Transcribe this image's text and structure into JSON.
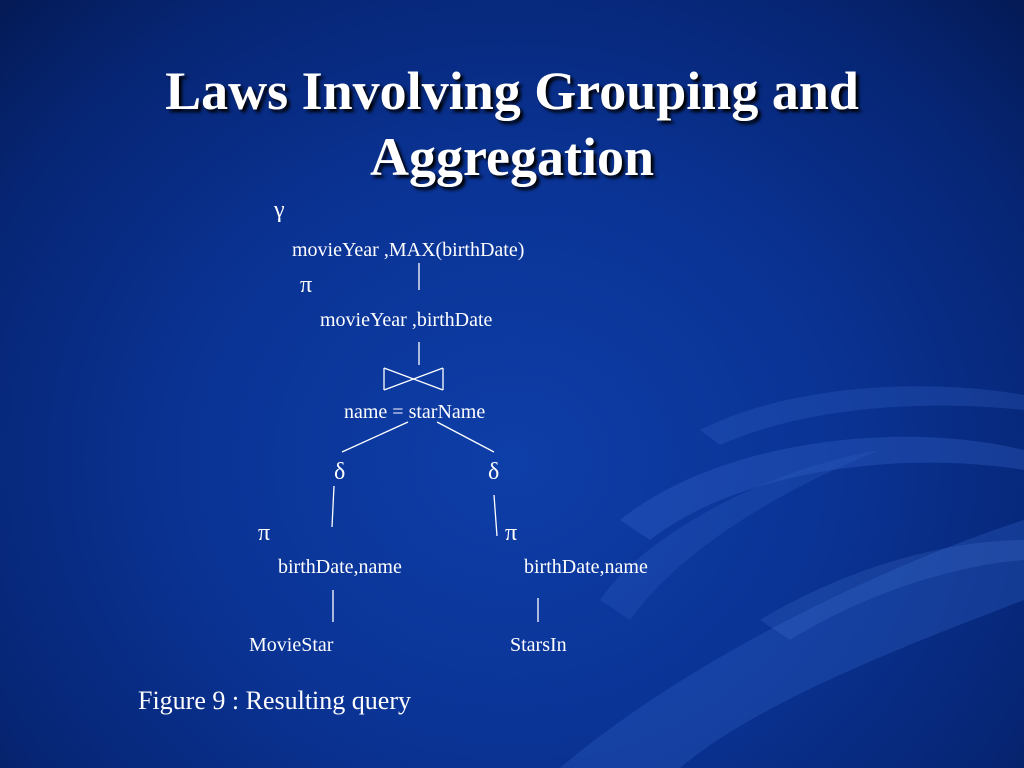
{
  "slide": {
    "title_line1": "Laws Involving Grouping and",
    "title_line2": "Aggregation"
  },
  "tree": {
    "gamma": {
      "symbol": "γ",
      "subscript": "movieYear ,MAX(birthDate)"
    },
    "project_top": {
      "symbol": "π",
      "subscript": "movieYear ,birthDate"
    },
    "join": {
      "condition": "name = starName"
    },
    "delta_left": {
      "symbol": "δ"
    },
    "delta_right": {
      "symbol": "δ"
    },
    "project_left": {
      "symbol": "π",
      "subscript": "birthDate,name"
    },
    "project_right": {
      "symbol": "π",
      "subscript": "birthDate,name"
    },
    "relation_left": {
      "name": "MovieStar"
    },
    "relation_right": {
      "name": "StarsIn"
    }
  },
  "caption": "Figure  9 : Resulting query",
  "colors": {
    "background": "#0a3394",
    "text": "#ffffff",
    "swirl": "#3a6bd0"
  }
}
